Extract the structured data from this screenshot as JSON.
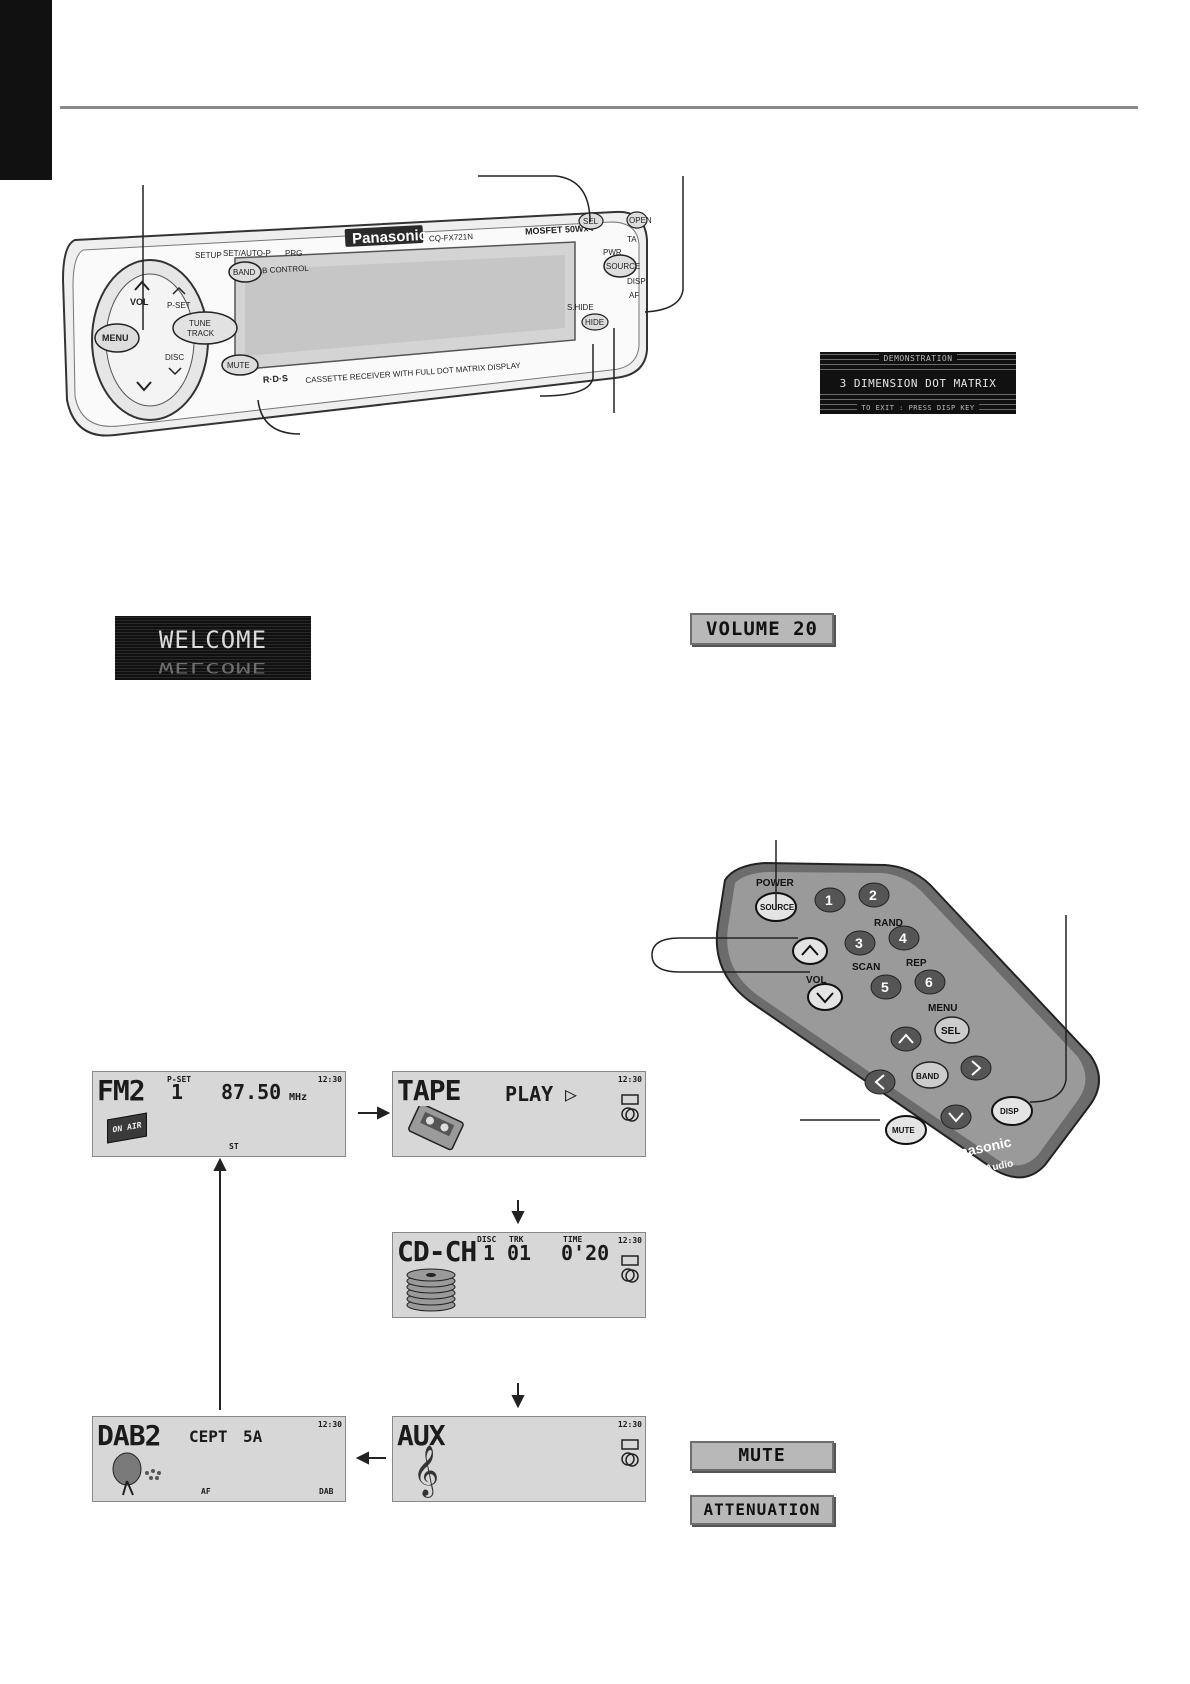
{
  "head_unit": {
    "brand": "Panasonic",
    "model": "CQ-FX721N",
    "power_badge": "MOSFET 50Wx4",
    "dab_control": "DAB CONTROL",
    "cassette_text": "CASSETTE RECEIVER WITH FULL DOT MATRIX DISPLAY",
    "rds_logo": "R·D·S",
    "buttons": {
      "menu": "MENU",
      "vol": "VOL",
      "pset": "P-SET",
      "tune": "TUNE",
      "track": "TRACK",
      "disc": "DISC",
      "mute": "MUTE",
      "band": "BAND",
      "setup": "SETUP",
      "set_auto_p": "SET/AUTO-P",
      "prg": "PRG",
      "source": "SOURCE",
      "pwr": "PWR",
      "disp": "DISP",
      "ta": "TA",
      "af": "AF",
      "open": "OPEN",
      "sel": "SEL",
      "shide": "S.HIDE",
      "hide": "HIDE"
    }
  },
  "demo_display": {
    "line1": "DEMONSTRATION",
    "line2": "3 DIMENSION DOT MATRIX",
    "line3": "TO EXIT : PRESS DISP KEY"
  },
  "welcome_display": {
    "text": "WELCOME"
  },
  "volume_display": {
    "text": "VOLUME 20"
  },
  "remote": {
    "power": "POWER",
    "source": "SOURCE",
    "vol": "VOL",
    "rand": "RAND",
    "scan": "SCAN",
    "rep": "REP",
    "menu": "MENU",
    "sel": "SEL",
    "band": "BAND",
    "mute": "MUTE",
    "disp": "DISP",
    "brand": "Panasonic",
    "sub": "Car Audio",
    "numbers": [
      "1",
      "2",
      "3",
      "4",
      "5",
      "6"
    ]
  },
  "screens": {
    "fm": {
      "mode": "FM2",
      "pset_label": "P-SET",
      "preset": "1",
      "freq": "87.50",
      "unit": "MHz",
      "clock": "12:30",
      "onair": "ON AIR",
      "st": "ST"
    },
    "tape": {
      "mode": "TAPE",
      "status": "PLAY",
      "clock": "12:30"
    },
    "cdch": {
      "mode": "CD-CH",
      "disc_label": "DISC",
      "disc": "1",
      "trk_label": "TRK",
      "track": "01",
      "time_label": "TIME",
      "time": "0'20",
      "clock": "12:30"
    },
    "aux": {
      "mode": "AUX",
      "clock": "12:30"
    },
    "dab": {
      "mode": "DAB2",
      "service": "CEPT",
      "channel": "5A",
      "clock": "12:30",
      "af": "AF",
      "dab": "DAB"
    }
  },
  "status_chips": {
    "mute": "MUTE",
    "attenuation": "ATTENUATION"
  }
}
